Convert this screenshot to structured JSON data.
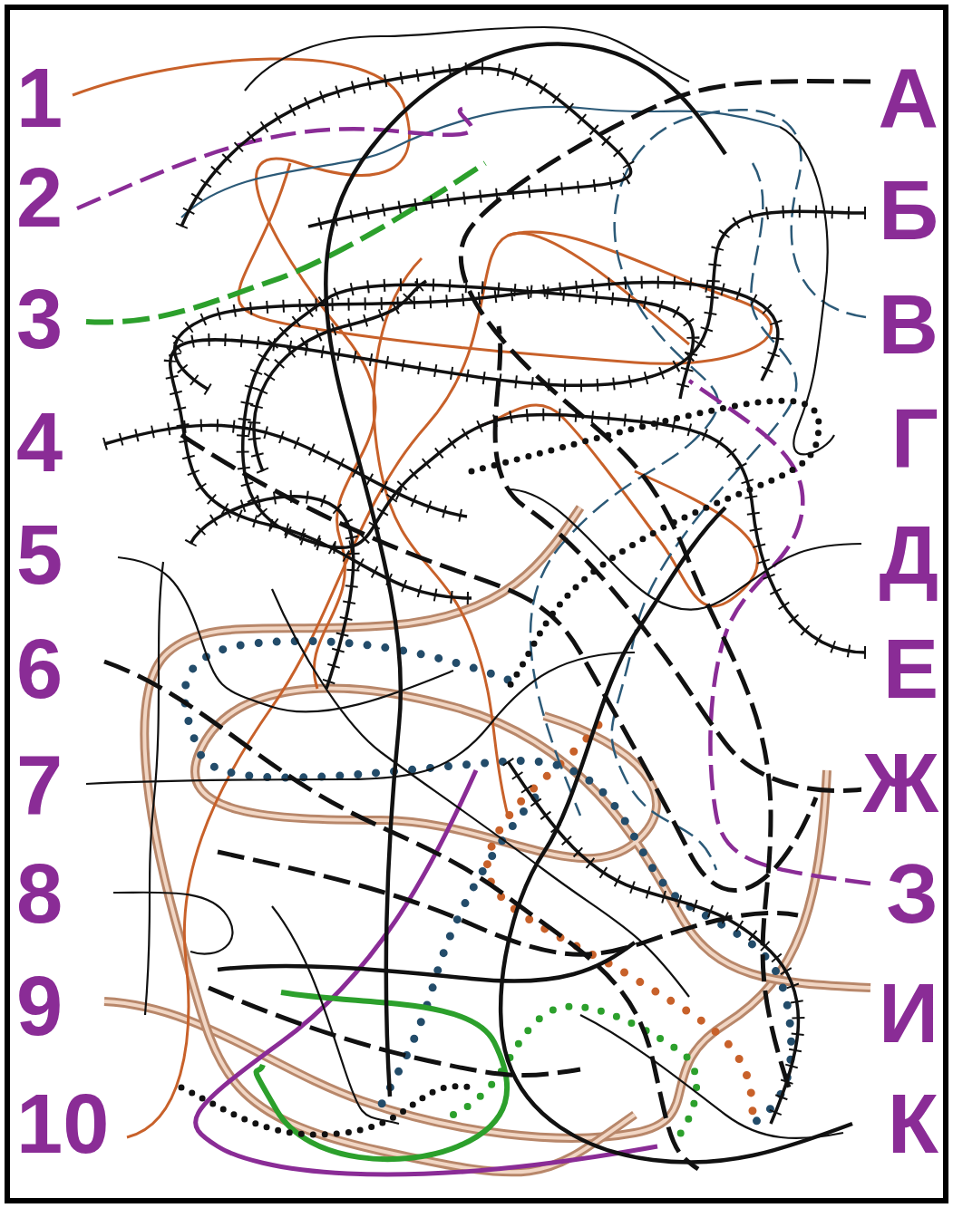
{
  "diagram": {
    "labels": [
      "1",
      "2",
      "3",
      "4",
      "5",
      "6",
      "7",
      "8",
      "9",
      "10",
      "А",
      "Б",
      "В",
      "Г",
      "Д",
      "Е",
      "Ж",
      "З",
      "И",
      "К"
    ]
  }
}
